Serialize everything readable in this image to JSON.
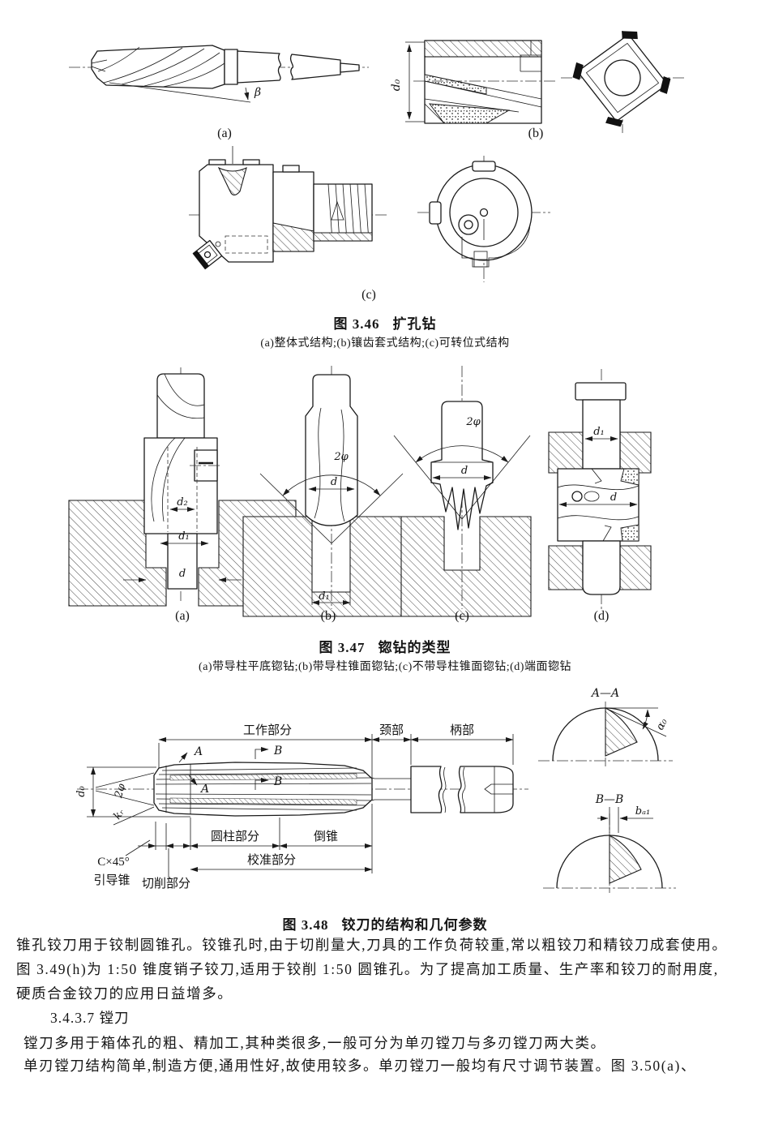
{
  "fig346": {
    "caption_num": "图 3.46",
    "caption_title": "扩孔钻",
    "subcaption": "(a)整体式结构;(b)镶齿套式结构;(c)可转位式结构",
    "label_a": "(a)",
    "label_b": "(b)",
    "label_c": "(c)",
    "dim_beta": "β",
    "dim_d0": "d₀"
  },
  "fig347": {
    "caption_num": "图 3.47",
    "caption_title": "锪钻的类型",
    "subcaption": "(a)带导柱平底锪钻;(b)带导柱锥面锪钻;(c)不带导柱锥面锪钻;(d)端面锪钻",
    "label_a": "(a)",
    "label_b": "(b)",
    "label_c": "(c)",
    "label_d": "(d)",
    "dim_d": "d",
    "dim_d1": "d₁",
    "dim_d2": "d₂",
    "dim_2phi": "2φ"
  },
  "fig348": {
    "caption_num": "图 3.48",
    "caption_title": "铰刀的结构和几何参数",
    "label_working_part": "工作部分",
    "label_neck": "颈部",
    "label_shank": "柄部",
    "label_cylindrical_part": "圆柱部分",
    "label_back_taper": "倒锥",
    "label_calibrating_part": "校准部分",
    "label_cutting_part": "切削部分",
    "label_guide_cone": "引导锥",
    "label_chamfer": "C×45°",
    "dim_d0": "d₀",
    "dim_2phi": "2φ",
    "dim_kr": "kᵣ",
    "mark_a": "A",
    "mark_b": "B",
    "section_aa": "A—A",
    "section_bb": "B—B",
    "dim_alpha0": "α₀",
    "dim_ba1": "bₐ₁"
  },
  "body": {
    "p1_line1": "锥孔铰刀用于铰制圆锥孔。铰锥孔时,由于切削量大,刀具的工作负荷较重,常以粗铰刀和精铰刀成套使用。",
    "p1_line2": "图 3.49(h)为 1:50 锥度销子铰刀,适用于铰削 1:50 圆锥孔。为了提高加工质量、生产率和铰刀的耐用度,",
    "p1_line3": "硬质合金铰刀的应用日益增多。",
    "heading": "3.4.3.7  镗刀",
    "p2": "镗刀多用于箱体孔的粗、精加工,其种类很多,一般可分为单刃镗刀与多刃镗刀两大类。",
    "p3": "单刃镗刀结构简单,制造方便,通用性好,故使用较多。单刃镗刀一般均有尺寸调节装置。图 3.50(a)、"
  }
}
